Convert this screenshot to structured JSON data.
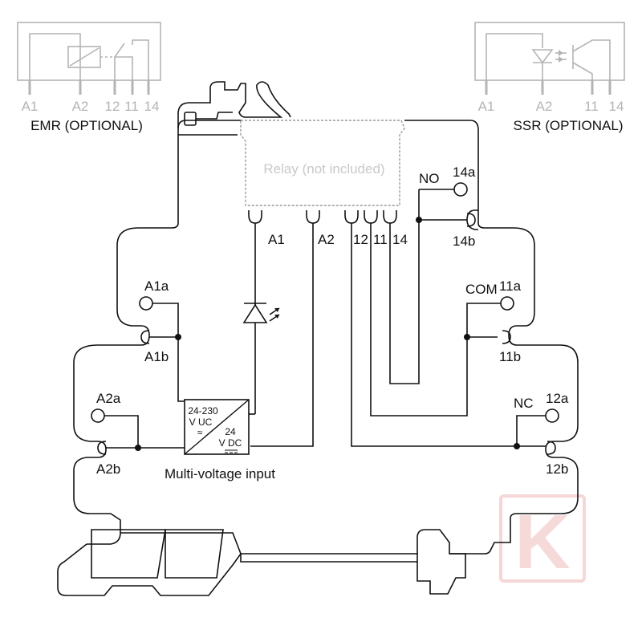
{
  "colors": {
    "line": "#111111",
    "optional_grey": "#b4b4b4",
    "relay_dashed": "#9a9a9a",
    "watermark": "#f6d6d6"
  },
  "emr_inset": {
    "title": "EMR (OPTIONAL)",
    "pins": [
      "A1",
      "A2",
      "12",
      "11",
      "14"
    ]
  },
  "ssr_inset": {
    "title": "SSR (OPTIONAL)",
    "pins": [
      "A1",
      "A2",
      "11",
      "14"
    ]
  },
  "relay": {
    "label": "Relay (not included)",
    "socket_labels": {
      "a1": "A1",
      "a2": "A2",
      "c12": "12",
      "c11": "11",
      "c14": "14"
    }
  },
  "terminals": {
    "a1a": "A1a",
    "a1b": "A1b",
    "a2a": "A2a",
    "a2b": "A2b",
    "no": "NO",
    "t14a": "14a",
    "t14b": "14b",
    "com": "COM",
    "t11a": "11a",
    "t11b": "11b",
    "nc": "NC",
    "t12a": "12a",
    "t12b": "12b"
  },
  "converter": {
    "input_voltage": "24-230",
    "input_unit": "V UC",
    "output_voltage": "24",
    "output_unit": "V DC",
    "caption": "Multi-voltage input"
  },
  "watermark": "K"
}
